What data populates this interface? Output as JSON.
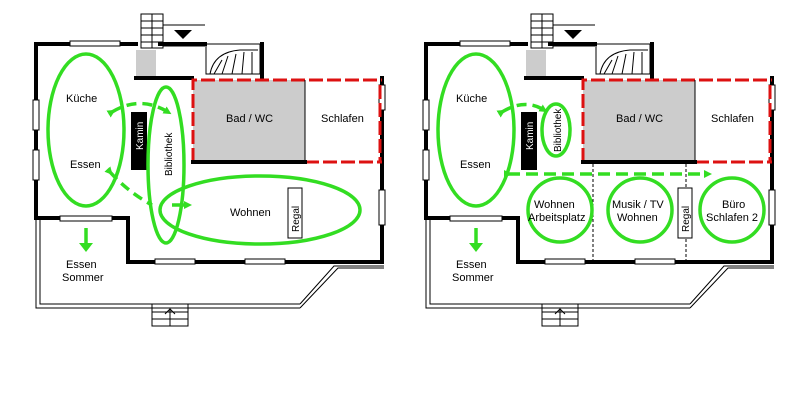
{
  "colors": {
    "flow": "#33dd22",
    "accent_wall": "#dd1111",
    "bath_fill": "#cccccc"
  },
  "plans": [
    {
      "labels": {
        "kueche": "Küche",
        "essen": "Essen",
        "kamin": "Kamin",
        "bibliothek": "Bibliothek",
        "bad": "Bad / WC",
        "schlafen": "Schlafen",
        "wohnen": "Wohnen",
        "regal": "Regal",
        "essen_sommer_1": "Essen",
        "essen_sommer_2": "Sommer"
      }
    },
    {
      "labels": {
        "kueche": "Küche",
        "essen": "Essen",
        "kamin": "Kamin",
        "bibliothek": "Bibliothek",
        "bad": "Bad / WC",
        "schlafen": "Schlafen",
        "wohnen_1": "Wohnen",
        "wohnen_2": "Arbeitsplatz",
        "musik_1": "Musik / TV",
        "musik_2": "Wohnen",
        "regal": "Regal",
        "buero_1": "Büro",
        "buero_2": "Schlafen 2",
        "essen_sommer_1": "Essen",
        "essen_sommer_2": "Sommer"
      }
    }
  ]
}
